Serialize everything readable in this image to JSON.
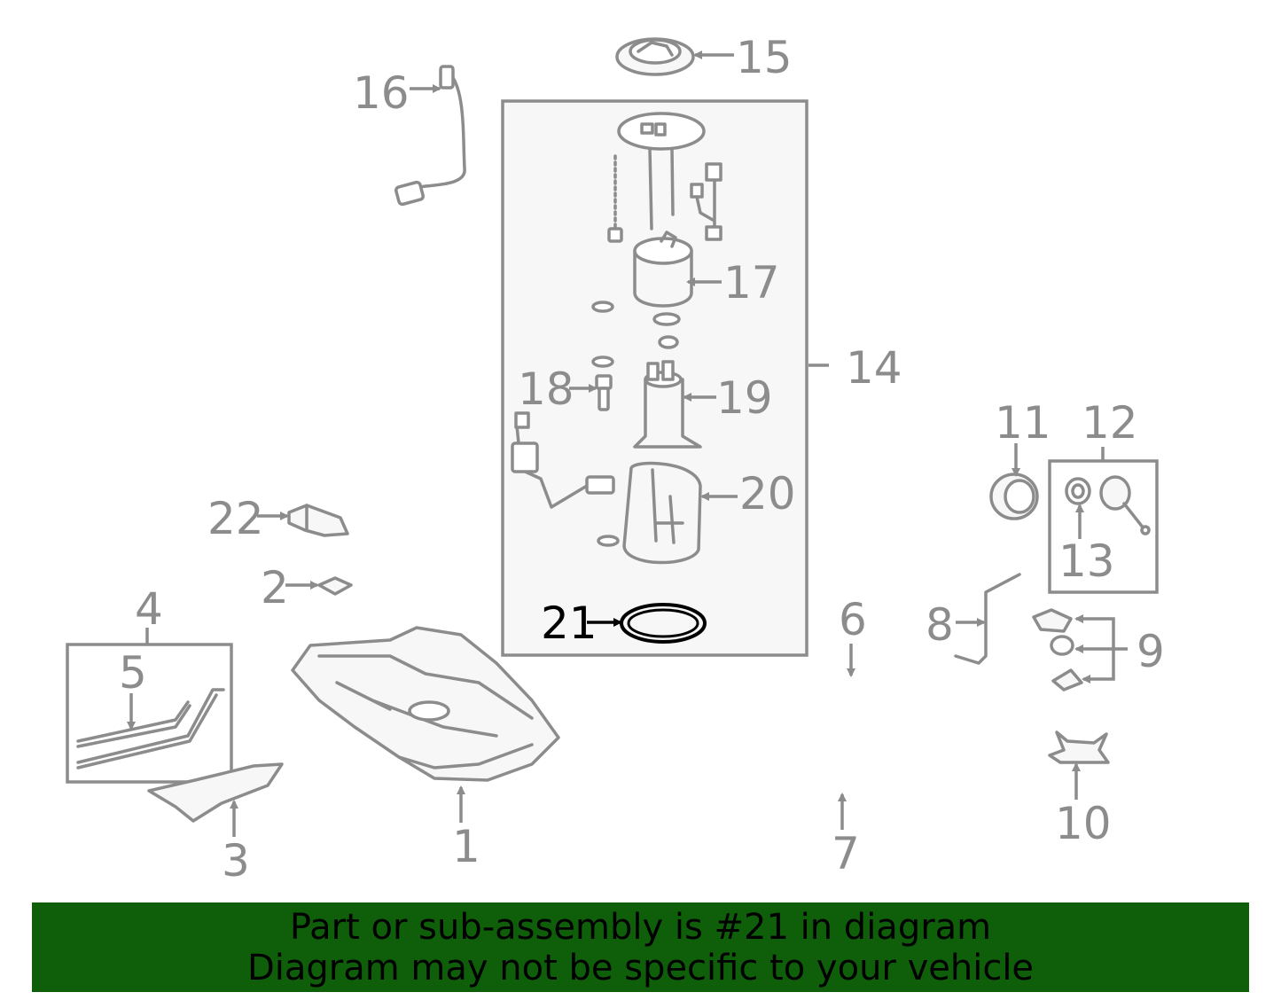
{
  "diagram": {
    "labels": {
      "l1": "1",
      "l2": "2",
      "l3": "3",
      "l4": "4",
      "l5": "5",
      "l6": "6",
      "l7": "7",
      "l8": "8",
      "l9": "9",
      "l10": "10",
      "l11": "11",
      "l12": "12",
      "l13": "13",
      "l14": "14",
      "l15": "15",
      "l16": "16",
      "l17": "17",
      "l18": "18",
      "l19": "19",
      "l20": "20",
      "l21": "21",
      "l22": "22"
    },
    "highlighted_part": "21",
    "colors": {
      "line": "#8c8c8c",
      "highlight": "#000000",
      "banner": "#0e5e0a"
    }
  },
  "banner": {
    "line1": "Part or sub-assembly is #21 in diagram",
    "line2": "Diagram may not be specific to your vehicle"
  }
}
